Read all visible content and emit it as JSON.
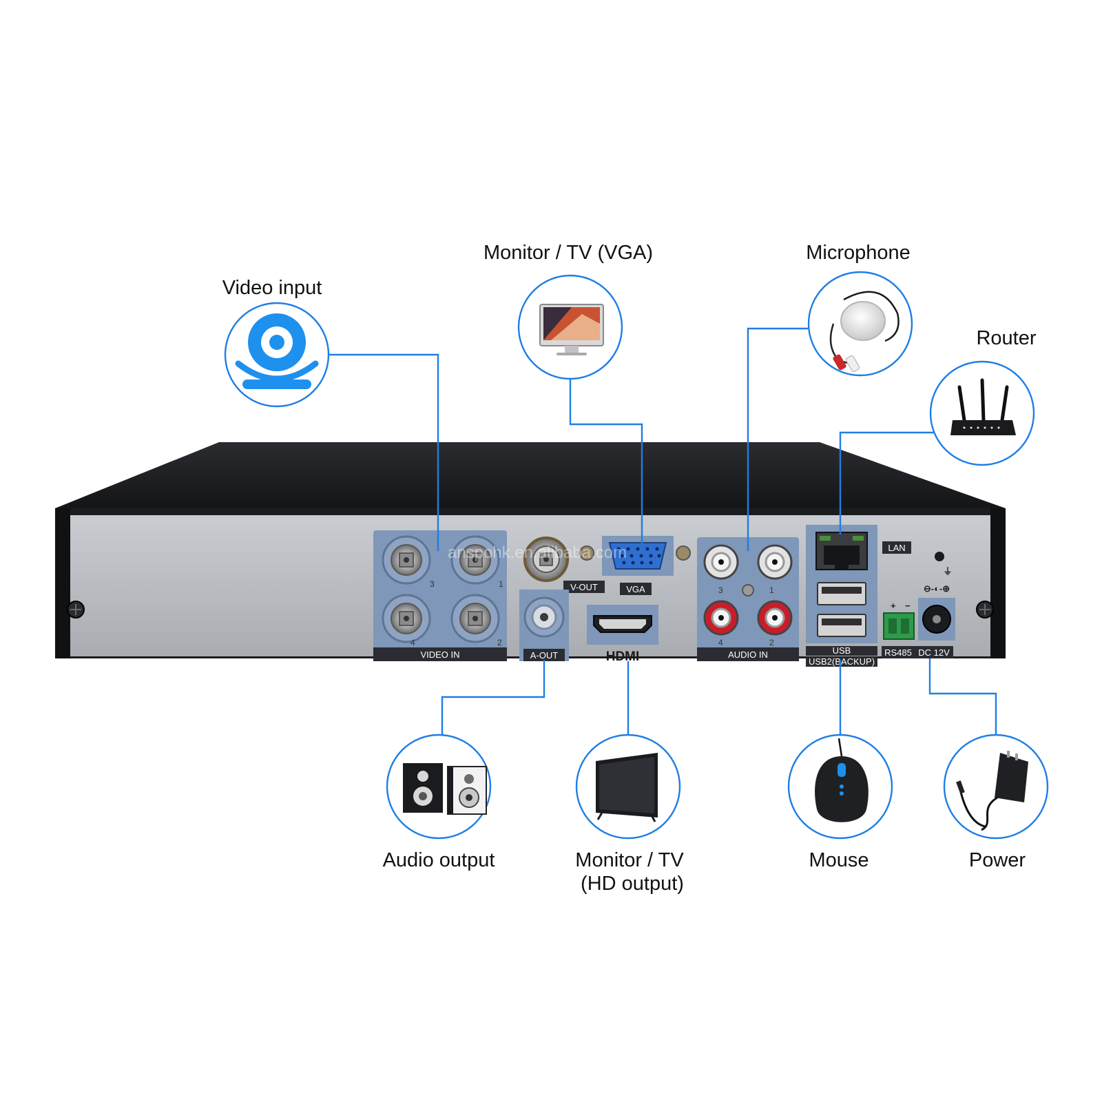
{
  "labels": {
    "video_input": "Video input",
    "monitor_vga": "Monitor / TV (VGA)",
    "microphone": "Microphone",
    "router": "Router",
    "audio_output": "Audio output",
    "monitor_hd_line1": "Monitor / TV",
    "monitor_hd_line2": "(HD output)",
    "mouse": "Mouse",
    "power": "Power"
  },
  "panel": {
    "video_in": "VIDEO IN",
    "v_out": "V-OUT",
    "vga": "VGA",
    "a_out": "A-OUT",
    "hdmi": "HDMI",
    "audio_in": "AUDIO IN",
    "lan": "LAN",
    "usb1": "USB",
    "usb2": "USB2(BACKUP)",
    "rs485": "RS485",
    "dc12v": "DC 12V",
    "plus": "+",
    "minus": "−",
    "polarity": "⊖-◐-⊕",
    "ground": "⏚",
    "video_nums": [
      "3",
      "1",
      "4",
      "2"
    ],
    "audio_nums": [
      "3",
      "1",
      "4",
      "2"
    ]
  },
  "watermark": "anspohk.en.alibaba.com",
  "colors": {
    "accent_line": "#1e7ee4",
    "panel_bg": "#b9bcc0",
    "chassis": "#1c1d20",
    "port_highlight": "#7f97b8"
  }
}
